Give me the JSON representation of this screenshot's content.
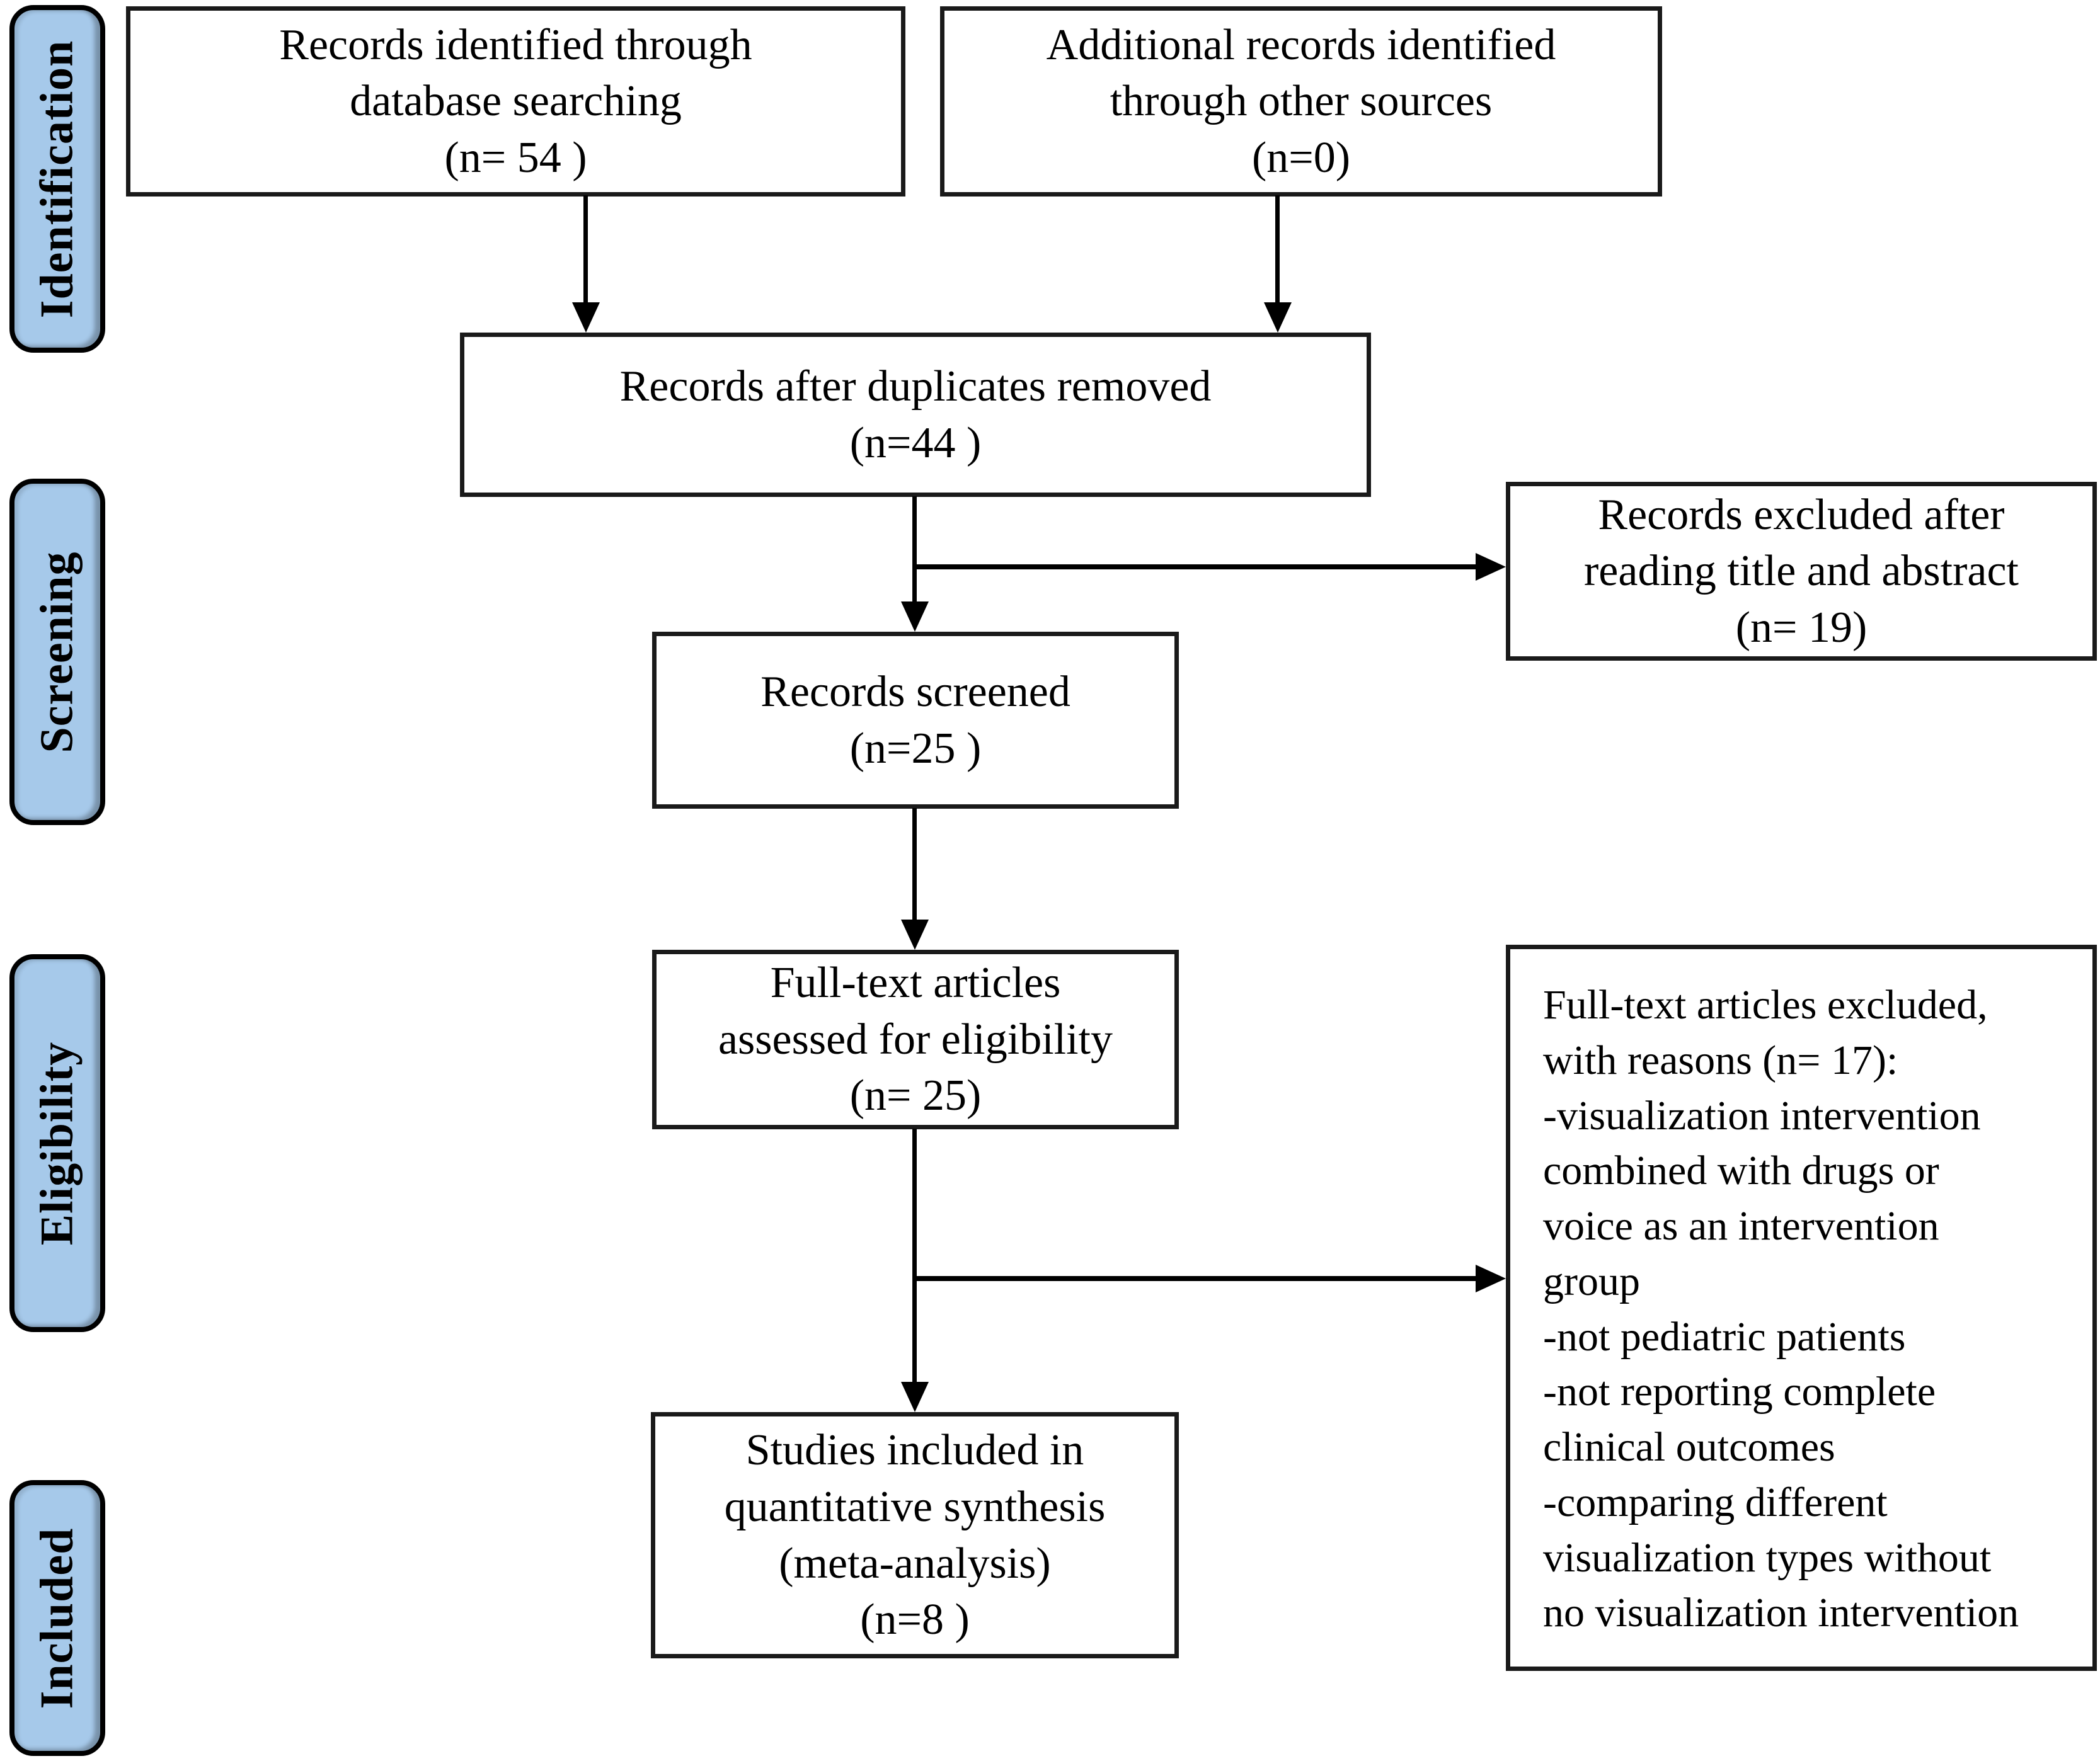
{
  "colors": {
    "background": "#ffffff",
    "sidebar_fill": "#a6c9ea",
    "sidebar_border": "#000000",
    "box_fill": "#ffffff",
    "box_border": "#1a1a1a",
    "arrow": "#000000",
    "text": "#000000"
  },
  "sidebar": {
    "stages": [
      {
        "label": "Identification"
      },
      {
        "label": "Screening"
      },
      {
        "label": "Eligibility"
      },
      {
        "label": "Included"
      }
    ]
  },
  "flow": {
    "identified_db": {
      "text": "Records identified through\ndatabase searching\n(n= 54 )",
      "n": "54"
    },
    "identified_other": {
      "text": "Additional records identified\nthrough other sources\n(n=0)",
      "n": "0"
    },
    "after_duplicates": {
      "text": "Records after duplicates removed\n(n=44 )",
      "n": "44"
    },
    "excluded_title_abstract": {
      "text": "Records excluded after\nreading title and abstract\n(n= 19)",
      "n": "19"
    },
    "screened": {
      "text": "Records screened\n(n=25 )",
      "n": "25"
    },
    "fulltext_assessed": {
      "text": "Full-text articles\nassessed for eligibility\n(n= 25)",
      "n": "25"
    },
    "fulltext_excluded": {
      "text": "Full-text articles excluded,\nwith reasons  (n= 17):\n-visualization intervention\ncombined with drugs or\nvoice as an intervention\ngroup\n-not pediatric patients\n-not reporting complete\nclinical outcomes\n-comparing different\nvisualization types without\nno visualization intervention",
      "n": "17"
    },
    "included_quantitative": {
      "text": "Studies included in\nquantitative synthesis\n(meta-analysis)\n(n=8 )",
      "n": "8"
    }
  }
}
